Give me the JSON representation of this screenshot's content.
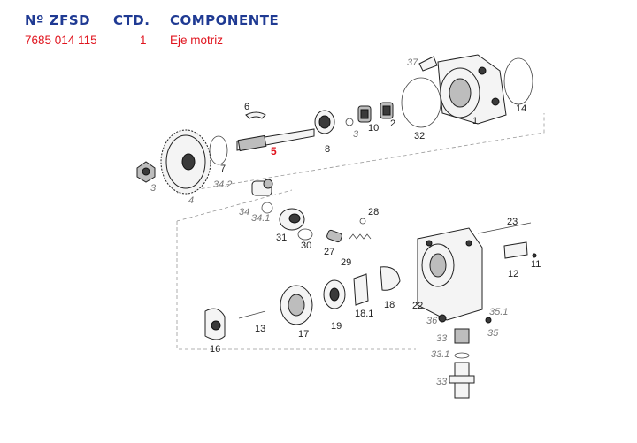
{
  "header": {
    "col1": "Nº ZFSD",
    "col2": "CTD.",
    "col3": "COMPONENTE"
  },
  "row": {
    "zfsd": "7685 014 115",
    "ctd": "1",
    "componente": "Eje motriz"
  },
  "colors": {
    "header_blue": "#1f3a93",
    "row_red": "#e0141e"
  },
  "callouts": [
    "37",
    "14",
    "1",
    "2",
    "10",
    "3",
    "32",
    "6",
    "5",
    "8",
    "7",
    "4",
    "3",
    "34.2",
    "34",
    "34.1",
    "31",
    "30",
    "28",
    "27",
    "29",
    "23",
    "11",
    "12",
    "18",
    "18.1",
    "19",
    "17",
    "22",
    "16",
    "13",
    "36",
    "35.1",
    "35",
    "33",
    "33.1",
    "33"
  ]
}
